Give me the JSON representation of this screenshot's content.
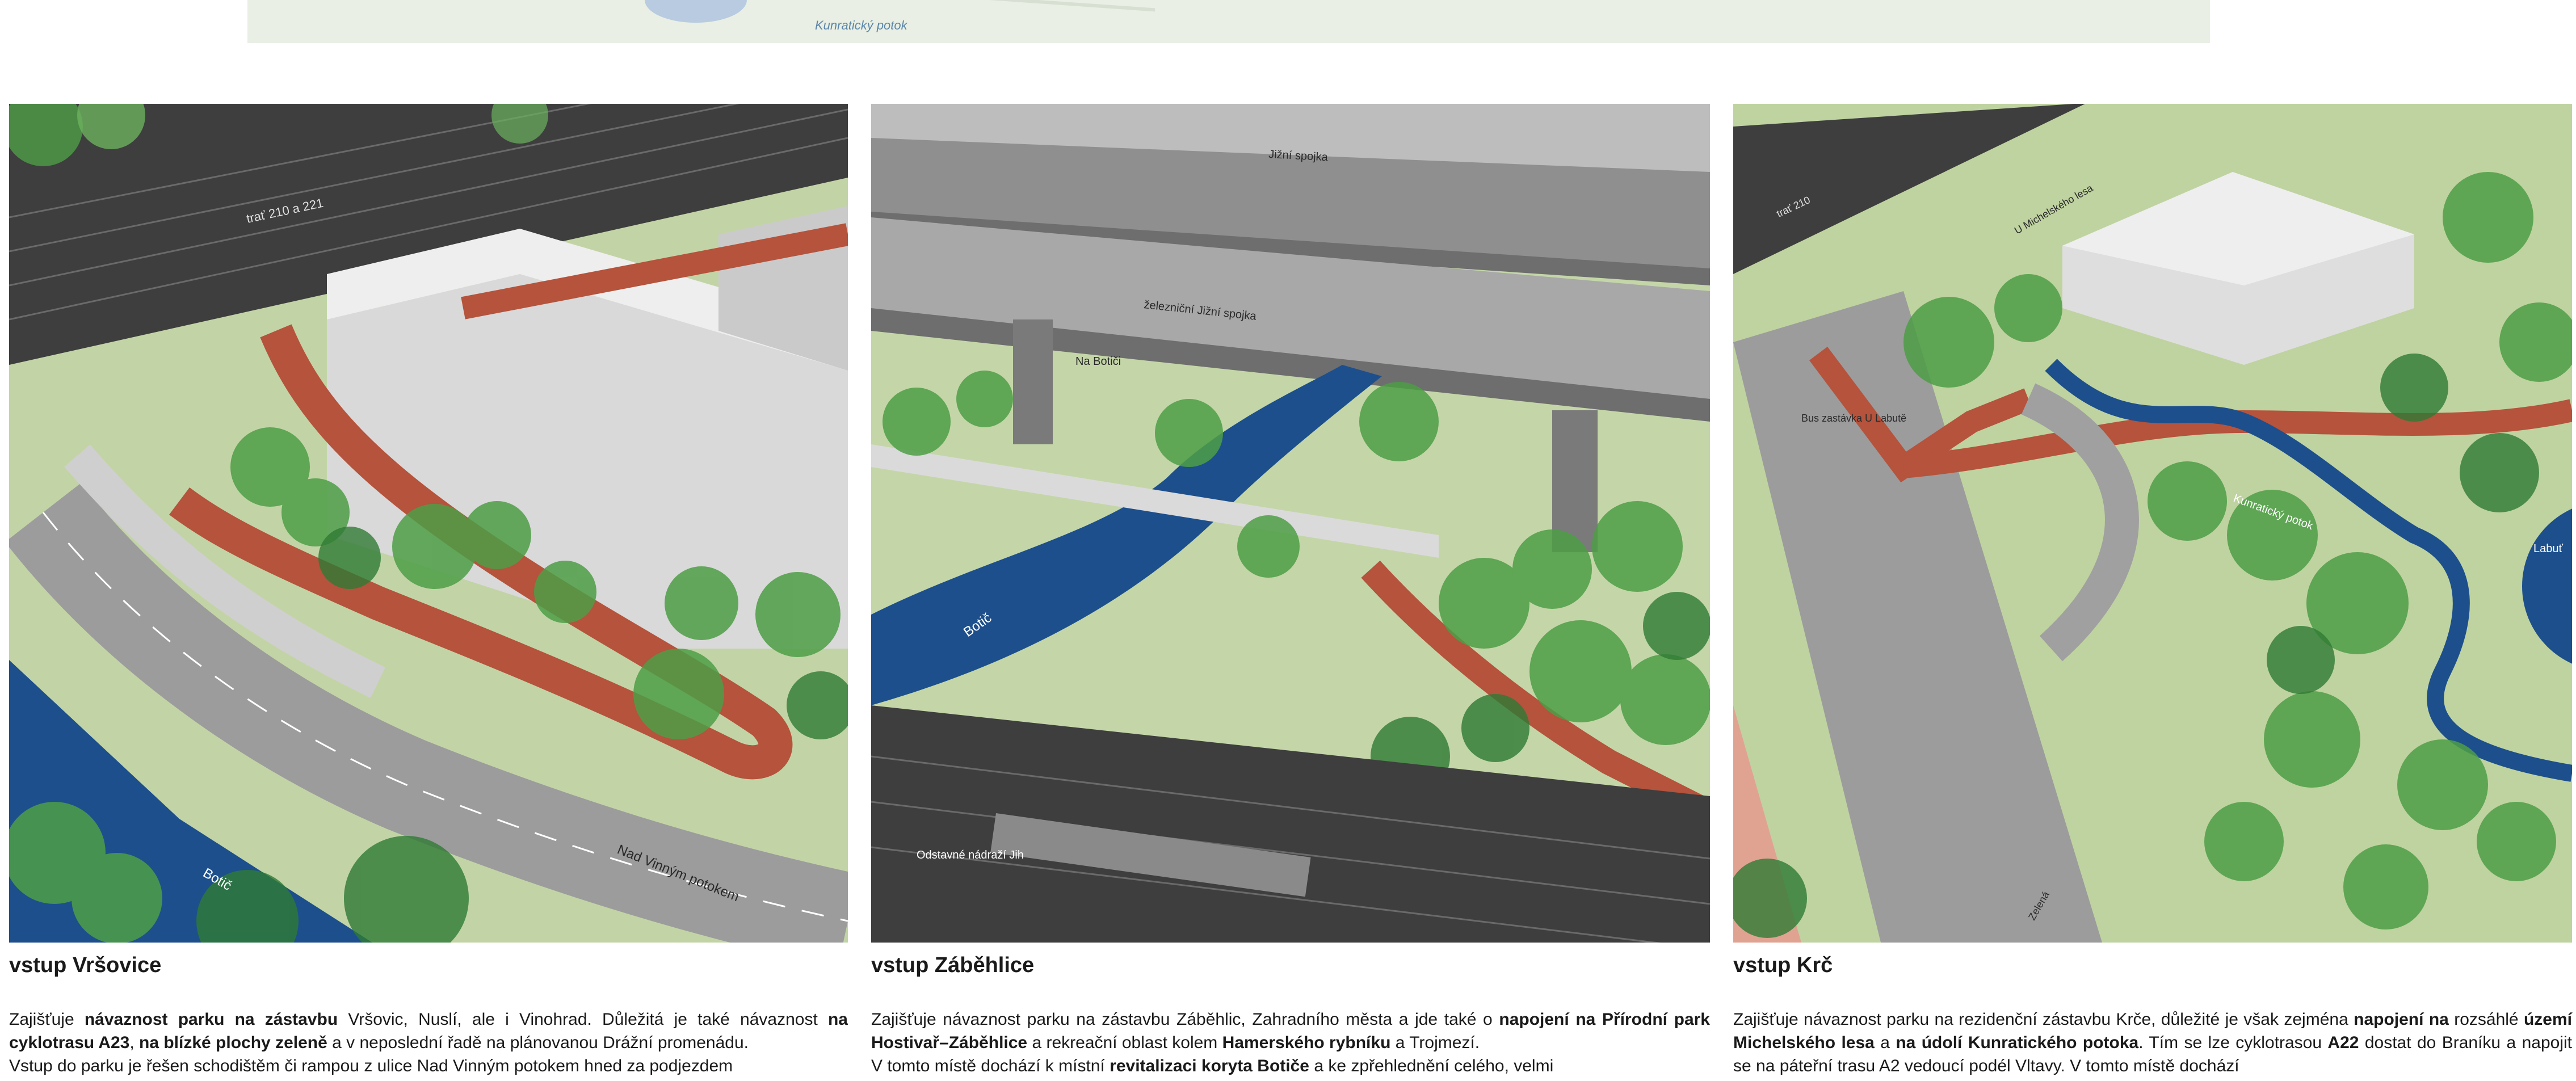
{
  "top_map": {
    "label": "Kunratický potok"
  },
  "panels": [
    {
      "title": "vstup Vršovice",
      "labels": {
        "rail": "trať 210 a 221",
        "street": "Nad Vinným potokem",
        "river": "Botič"
      },
      "para1": [
        {
          "t": "Zajišťuje ",
          "b": false
        },
        {
          "t": "návaznost parku na zástavbu",
          "b": true
        },
        {
          "t": " Vršovic, Nuslí, ale i Vinohrad. Důležitá je také návaznost ",
          "b": false
        },
        {
          "t": "na cyklotrasu A23",
          "b": true
        },
        {
          "t": ", ",
          "b": false
        },
        {
          "t": "na blízké plochy zeleně",
          "b": true
        },
        {
          "t": " a v neposlední řadě na plánovanou Drážní promenádu.",
          "b": false
        }
      ],
      "para2": [
        {
          "t": "Vstup do parku je řešen schodištěm či rampou z ulice Nad Vinným potokem hned za podjezdem",
          "b": false
        }
      ]
    },
    {
      "title": "vstup Záběhlice",
      "labels": {
        "bridge_top": "Jižní spojka",
        "rail_bridge": "železniční Jižní spojka",
        "path": "Na Botiči",
        "river": "Botič",
        "station": "Odstavné nádraží Jih"
      },
      "para1": [
        {
          "t": "Zajišťuje návaznost parku na zástavbu Záběhlic, Zahradního města a jde také o ",
          "b": false
        },
        {
          "t": "napojení na Přírodní park Hostivař–Záběhlice",
          "b": true
        },
        {
          "t": " a rekreační oblast kolem ",
          "b": false
        },
        {
          "t": "Hamerského rybníku",
          "b": true
        },
        {
          "t": " a Trojmezí.",
          "b": false
        }
      ],
      "para2": [
        {
          "t": "V tomto místě dochází k místní ",
          "b": false
        },
        {
          "t": "revitalizaci koryta Botiče",
          "b": true
        },
        {
          "t": " a ke zpřehlednění celého, velmi",
          "b": false
        }
      ]
    },
    {
      "title": "vstup Krč",
      "labels": {
        "rail": "trať 210",
        "street_top": "U Michelského lesa",
        "bus": "Bus zastávka U Labutě",
        "creek": "Kunratický potok",
        "pond": "Labuť",
        "street_bottom": "Zelená"
      },
      "para1": [
        {
          "t": "Zajišťuje návaznost parku na rezidenční zástavbu Krče, důležité je však zejména ",
          "b": false
        },
        {
          "t": "napojení na",
          "b": true
        },
        {
          "t": " rozsáhlé ",
          "b": false
        },
        {
          "t": "území Michelského lesa",
          "b": true
        },
        {
          "t": " a ",
          "b": false
        },
        {
          "t": "na údolí Kunratického potoka",
          "b": true
        },
        {
          "t": ". Tím se lze cyklotrasou ",
          "b": false
        },
        {
          "t": "A22",
          "b": true
        },
        {
          "t": " dostat do Braníku a napojit se na páteřní trasu A2 vedoucí podél Vltavy. V tomto místě dochází",
          "b": false
        }
      ],
      "para2": []
    }
  ],
  "colors": {
    "grass": "#b9cf9a",
    "tree": "#4e9e47",
    "tree_dark": "#2f7a35",
    "path": "#b5533c",
    "road": "#9c9c9c",
    "water": "#1d4f8c",
    "building": "#d6d6d6",
    "rail": "#3e3e3e"
  }
}
